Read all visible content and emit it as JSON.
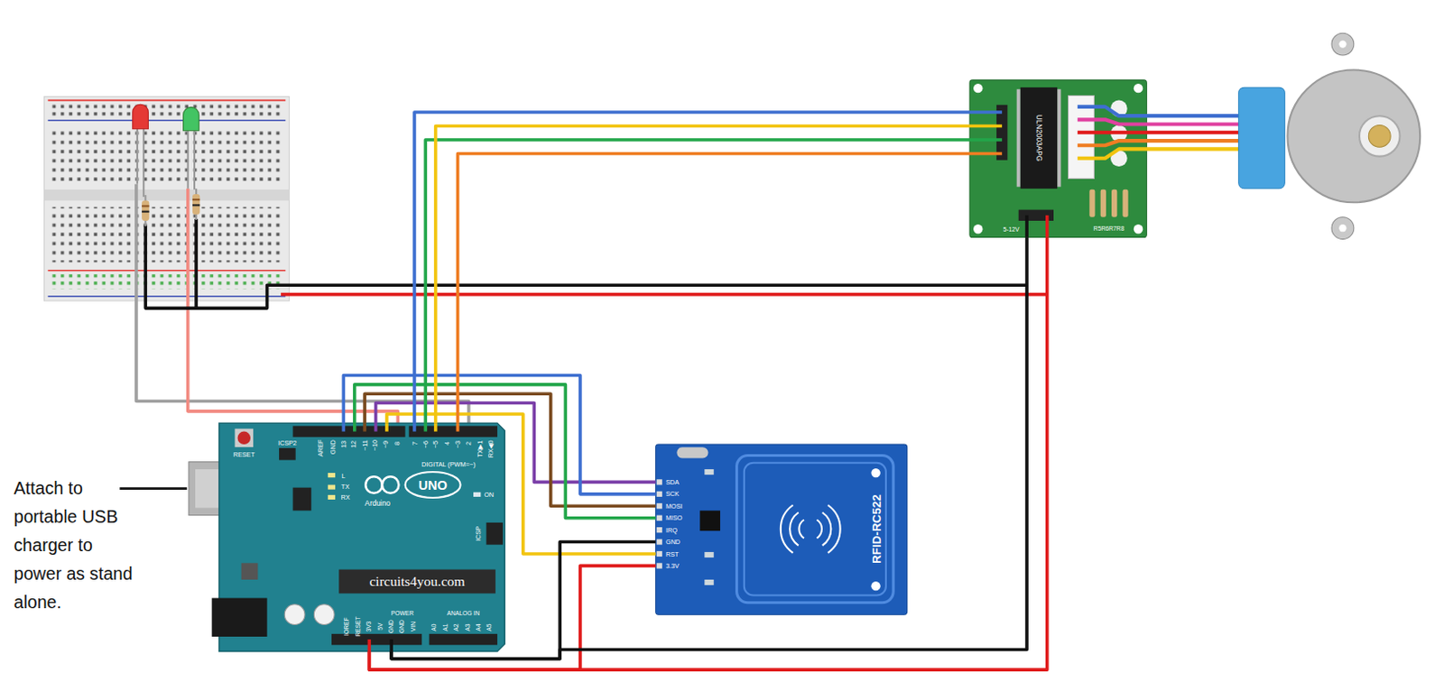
{
  "diagram": {
    "nodes": [
      {
        "text": [
          "ULN2003APG"
        ]
      },
      {
        "text": [
          "UNO",
          "Arduino"
        ]
      },
      {
        "text": [
          "RFID-RC522"
        ]
      }
    ],
    "edges": [
      {
        "from": 1,
        "to": 2,
        "arrow": "none"
      },
      {
        "from": 1,
        "to": 2,
        "arrow": "none"
      },
      {
        "from": 1,
        "to": 2,
        "arrow": "none"
      },
      {
        "from": 1,
        "to": 2,
        "arrow": "none"
      },
      {
        "from": 1,
        "to": 2,
        "arrow": "none"
      },
      {
        "from": 1,
        "to": 2,
        "arrow": "none"
      },
      {
        "from": 1,
        "to": 2,
        "arrow": "none"
      },
      {
        "from": 1,
        "to": 0,
        "arrow": "none"
      },
      {
        "from": 1,
        "to": 0,
        "arrow": "none"
      },
      {
        "from": 1,
        "to": 0,
        "arrow": "none"
      },
      {
        "from": 1,
        "to": 0,
        "arrow": "none"
      },
      {
        "from": 1,
        "to": 0,
        "arrow": "none"
      },
      {
        "from": 1,
        "to": 0,
        "arrow": "none"
      }
    ],
    "labels": [
      "Attach to portable USB charger to power as stand alone.",
      "RESET",
      "ICSP2",
      "AREF",
      "GND",
      "13",
      "12",
      "~11",
      "~10",
      "~9",
      "8",
      "7",
      "~6",
      "~5",
      "4",
      "~3",
      "2",
      "TX▶1",
      "RX◀0",
      "DIGITAL (PWM=~)",
      "L",
      "TX",
      "RX",
      "ON",
      "ICSP",
      "circuits4you.com",
      "POWER",
      "ANALOG IN",
      "IOREF",
      "RESET",
      "3V3",
      "5V",
      "GND",
      "GND",
      "VIN",
      "A0",
      "A1",
      "A2",
      "A3",
      "A4",
      "A5",
      "SDA",
      "SCK",
      "MOSI",
      "MISO",
      "IRQ",
      "GND",
      "RST",
      "3.3V",
      "5-12V",
      "R5R6R7R8"
    ]
  }
}
